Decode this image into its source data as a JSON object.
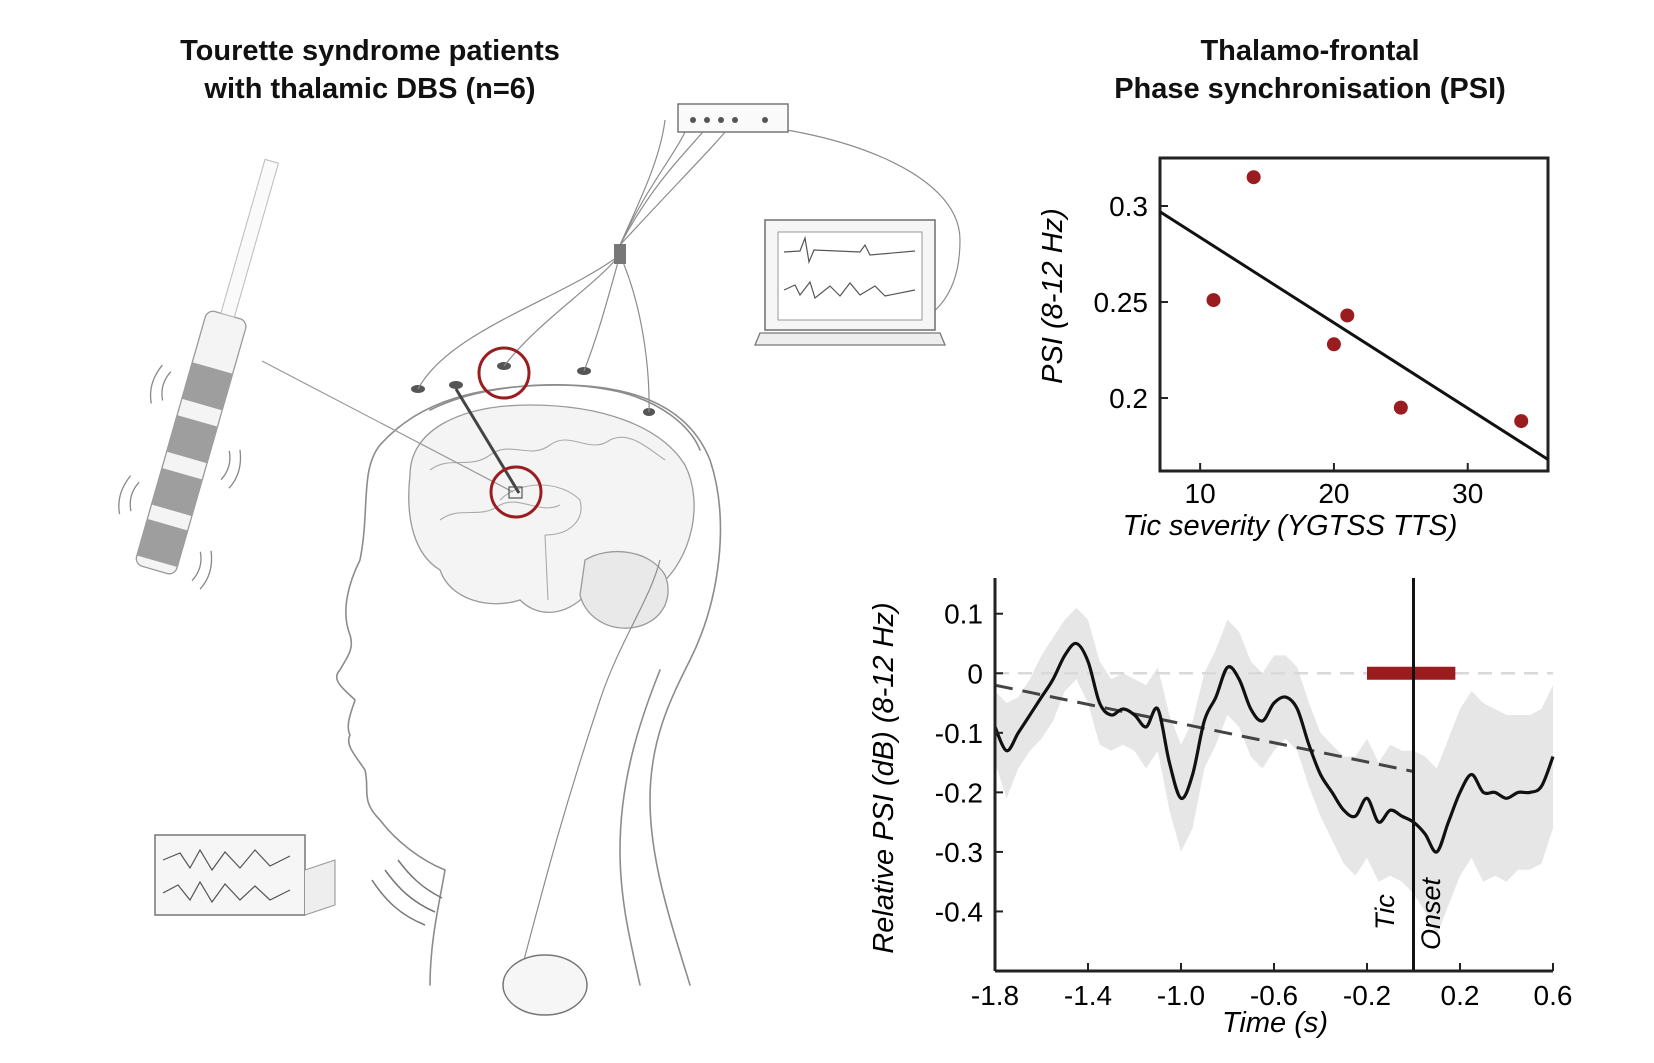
{
  "left_panel": {
    "title_line1": "Tourette syndrome patients",
    "title_line2": "with thalamic DBS (n=6)"
  },
  "right_panel": {
    "title_line1": "Thalamo-frontal",
    "title_line2": "Phase synchronisation (PSI)"
  },
  "colors": {
    "accent_red": "#9b1c1f",
    "line": "#111111",
    "dashed": "#444444",
    "shade": "#e6e6e6",
    "zero_line": "#d9d9d9"
  },
  "chart_data": [
    {
      "type": "scatter",
      "xlabel": "Tic severity (YGTSS TTS)",
      "ylabel": "PSI (8-12 Hz)",
      "xlim": [
        7,
        36
      ],
      "ylim": [
        0.162,
        0.325
      ],
      "xticks": [
        10,
        20,
        30
      ],
      "yticks": [
        0.2,
        0.25,
        0.3
      ],
      "xtick_labels": [
        "10",
        "20",
        "30"
      ],
      "ytick_labels": [
        "0.2",
        "0.25",
        "0.3"
      ],
      "points": [
        {
          "x": 11,
          "y": 0.251
        },
        {
          "x": 14,
          "y": 0.315
        },
        {
          "x": 20,
          "y": 0.228
        },
        {
          "x": 21,
          "y": 0.243
        },
        {
          "x": 25,
          "y": 0.195
        },
        {
          "x": 34,
          "y": 0.188
        }
      ],
      "fit_line": [
        {
          "x": 7,
          "y": 0.297
        },
        {
          "x": 36,
          "y": 0.168
        }
      ],
      "grid": false
    },
    {
      "type": "line",
      "xlabel": "Time (s)",
      "ylabel": "Relative PSI (dB) (8-12 Hz)",
      "xlim": [
        -1.8,
        0.6
      ],
      "ylim": [
        -0.5,
        0.16
      ],
      "xticks": [
        -1.8,
        -1.4,
        -1.0,
        -0.6,
        -0.2,
        0.2,
        0.6
      ],
      "xtick_labels": [
        "-1.8",
        "-1.4",
        "-1.0",
        "-0.6",
        "-0.2",
        "0.2",
        "0.6"
      ],
      "yticks": [
        0.1,
        0,
        -0.1,
        -0.2,
        -0.3,
        -0.4
      ],
      "ytick_labels": [
        "0.1",
        "0",
        "-0.1",
        "-0.2",
        "-0.3",
        "-0.4"
      ],
      "series": [
        {
          "x": [
            -1.8,
            -1.75,
            -1.7,
            -1.65,
            -1.6,
            -1.55,
            -1.5,
            -1.45,
            -1.4,
            -1.35,
            -1.3,
            -1.25,
            -1.2,
            -1.15,
            -1.1,
            -1.05,
            -1.0,
            -0.95,
            -0.9,
            -0.85,
            -0.8,
            -0.75,
            -0.7,
            -0.65,
            -0.6,
            -0.55,
            -0.5,
            -0.45,
            -0.4,
            -0.35,
            -0.3,
            -0.25,
            -0.2,
            -0.15,
            -0.1,
            -0.05,
            0.0,
            0.05,
            0.1,
            0.15,
            0.2,
            0.25,
            0.3,
            0.35,
            0.4,
            0.45,
            0.5,
            0.55,
            0.6
          ],
          "y": [
            -0.09,
            -0.13,
            -0.1,
            -0.07,
            -0.04,
            -0.01,
            0.03,
            0.05,
            0.02,
            -0.05,
            -0.07,
            -0.06,
            -0.07,
            -0.09,
            -0.06,
            -0.15,
            -0.21,
            -0.17,
            -0.08,
            -0.04,
            0.01,
            -0.01,
            -0.06,
            -0.08,
            -0.05,
            -0.04,
            -0.06,
            -0.12,
            -0.17,
            -0.2,
            -0.23,
            -0.24,
            -0.21,
            -0.25,
            -0.23,
            -0.24,
            -0.25,
            -0.27,
            -0.3,
            -0.25,
            -0.2,
            -0.17,
            -0.2,
            -0.2,
            -0.21,
            -0.2,
            -0.2,
            -0.19,
            -0.14
          ],
          "upper": [
            -0.03,
            -0.05,
            -0.04,
            -0.01,
            0.03,
            0.06,
            0.09,
            0.11,
            0.09,
            0.02,
            -0.01,
            0.0,
            -0.01,
            -0.02,
            0.01,
            -0.07,
            -0.12,
            -0.08,
            0.0,
            0.04,
            0.09,
            0.07,
            0.02,
            0.0,
            0.03,
            0.03,
            0.01,
            -0.05,
            -0.1,
            -0.12,
            -0.14,
            -0.14,
            -0.11,
            -0.15,
            -0.12,
            -0.13,
            -0.13,
            -0.14,
            -0.16,
            -0.11,
            -0.06,
            -0.03,
            -0.05,
            -0.06,
            -0.07,
            -0.07,
            -0.07,
            -0.06,
            -0.02
          ],
          "lower": [
            -0.15,
            -0.21,
            -0.16,
            -0.13,
            -0.11,
            -0.08,
            -0.03,
            -0.01,
            -0.05,
            -0.12,
            -0.13,
            -0.12,
            -0.13,
            -0.16,
            -0.13,
            -0.23,
            -0.3,
            -0.26,
            -0.16,
            -0.12,
            -0.07,
            -0.09,
            -0.14,
            -0.16,
            -0.13,
            -0.11,
            -0.13,
            -0.19,
            -0.24,
            -0.28,
            -0.32,
            -0.34,
            -0.31,
            -0.35,
            -0.34,
            -0.35,
            -0.37,
            -0.4,
            -0.44,
            -0.39,
            -0.34,
            -0.31,
            -0.35,
            -0.34,
            -0.35,
            -0.33,
            -0.33,
            -0.32,
            -0.26
          ]
        }
      ],
      "trend_line": [
        {
          "x": -1.8,
          "y": -0.02
        },
        {
          "x": 0.0,
          "y": -0.165
        }
      ],
      "zero_line": 0,
      "onset_line_x": 0,
      "significance_bar": {
        "x_start": -0.2,
        "x_end": 0.18,
        "y": 0
      },
      "annotations": [
        "Tic",
        "Onset"
      ],
      "grid": false
    }
  ]
}
